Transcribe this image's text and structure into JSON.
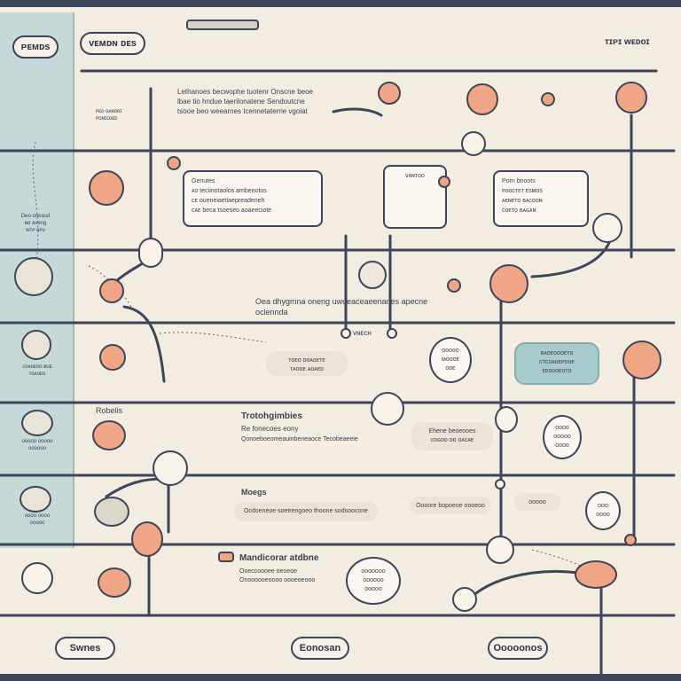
{
  "header": {
    "left_pill": "ᴘᴇᴍᴅs",
    "center_pill": "ᴠᴇᴍᴅɴ ᴅᴇs",
    "top_right": "ᴛɪᴘɪ ᴡᴇᴅᴏɪ"
  },
  "top_text": "Lethanoes becwophe tuotenr Onscne beoe lbae tio hndue taerilonatene Sendoutcne tsooe beo weearnes Icennetaterrie vgoiat",
  "sidebar_top_text": "ᴘᴇᴏ ɢᴀɴᴅʀɪ\nᴘᴏɴɪᴄᴅᴇᴅ",
  "sidebar_mid_text": "Deo oneasd\nɴᴏ aveng\nᴡᴛᴘ ɢᴘᴜ",
  "card_left": "Genutes\nᴀᴏ teciinotaolos ambenotos\nᴄᴇ oueneiaetiaepreadeneh\nᴄᴀᴇ beca tsoeseo aoaeeciote",
  "card_mid_label": "ᴠᴀɴᴛᴏᴏ",
  "card_right": "Porn bnoots\nᴘᴏᴏᴄᴛᴇᴛ ᴇsᴍᴏs\nᴀᴇɴᴇᴛᴏ ʙᴀᴄᴏᴏɴ\nᴄᴏᴇᴛᴏ ʙᴀɢᴀɴ",
  "center_line": "Oea dhygmna oneng uwueaceaeenanes apecne oclennda",
  "vnech_label": "ᴠɴᴇᴄʜ",
  "soft_mid": "ᴛᴏᴇᴏ ᴅᴏᴀᴏᴇᴛᴇ\nᴛᴀᴏᴏᴇ ᴀᴏᴀᴇᴅ",
  "bubble_mid": "ᴏᴏᴏᴏᴏ\nᴍᴏᴏᴏᴇ\nᴏᴏᴇ",
  "teal_card": "ʀᴀᴏᴇᴏᴏᴏᴇᴛᴏ\nᴄᴛᴄᴏᴀᴏᴇᴘᴏᴏᴇ\nᴇᴇᴏᴏᴏᴇᴏᴛᴏ",
  "sidebar_row3_text": "ᴄᴏᴀᴏᴇᴏᴏ ʙᴏᴇ\nᴛᴏᴀᴏᴇᴏ",
  "row4_label": "Robelis",
  "row4_title": "Trotohgimbies",
  "row4_sub": "Re fonecoes eony",
  "row4_desc": "Qonoeboeomeauinbeneaoce Tecobeaeeie",
  "soft_row4_right": "Ehene beoeooes\nᴄᴏɢᴏᴏ ᴏᴏ ᴏᴀᴄᴀᴇ",
  "bubble_row4_right": "ᴏᴏᴏᴏ\nᴏᴏᴏᴏᴏ\nᴏᴏᴏᴏ",
  "sidebar_row4_text": "ᴏᴏᴏᴏᴏ ᴏᴏᴏᴏᴏ\nᴏᴏᴏᴏᴏᴏ",
  "row5_label": "Moegs",
  "row5_text": "Ocdoeneoe soetrengoeo thoone sodsoocone",
  "row5_right": "Oooore bopoeoe oooeoo",
  "row5_small": "ᴏᴏᴏᴏᴏ",
  "bubble_row5": "ᴏᴏᴏ\nᴏᴏᴏᴏ",
  "sidebar_row5_text": "ᴏᴏᴏᴏ ᴏᴏᴏᴏ\nᴏᴏᴏᴏᴏ",
  "row6_title": "Mandicorar atdbne",
  "row6_text": "Ooeccoooee oeoeoe\nOnoooooeoooo oooeoeooo",
  "bubble_row6": "ᴏᴏᴏᴏᴏᴏᴏ\nᴏᴏᴏᴏᴏᴏ\nᴏᴏᴏᴏᴏ",
  "footer": {
    "left": "Swnes",
    "center": "Eonosan",
    "right": "Ooooonos"
  },
  "colors": {
    "frame": "#3d4558",
    "accent_orange": "#f0a684",
    "sidebar_teal": "#c5d9d8",
    "background": "#f3ece0"
  }
}
